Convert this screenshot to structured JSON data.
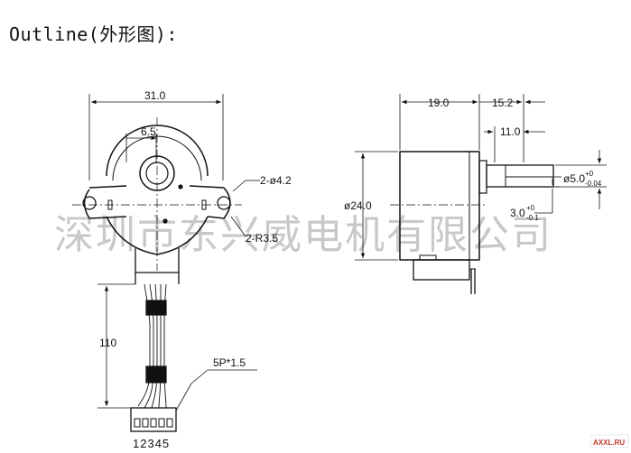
{
  "title": "Outline(外形图):",
  "watermark": "深圳市东兴威电机有限公司",
  "badge": "AXXL.RU",
  "front_view": {
    "width_dim": "31.0",
    "offset_dim": "6.5",
    "hole_label": "2-ø4.2",
    "radius_label": "2-R3.5",
    "lead_length": "110",
    "connector_label": "5P*1.5",
    "pin_numbers": "12345"
  },
  "side_view": {
    "body_length": "19.0",
    "shaft_length": "15.2",
    "flat_length": "11.0",
    "diameter_label": "ø24.0",
    "shaft_dia_label": "ø5.0",
    "shaft_tol_upper": "+0",
    "shaft_tol_lower": "-0.04",
    "flat_label": "3.0",
    "flat_tol_upper": "+0",
    "flat_tol_lower": "-0.1"
  },
  "colors": {
    "line": "#111111",
    "watermark": "#c8c8c8",
    "badge": "#c0392b"
  }
}
